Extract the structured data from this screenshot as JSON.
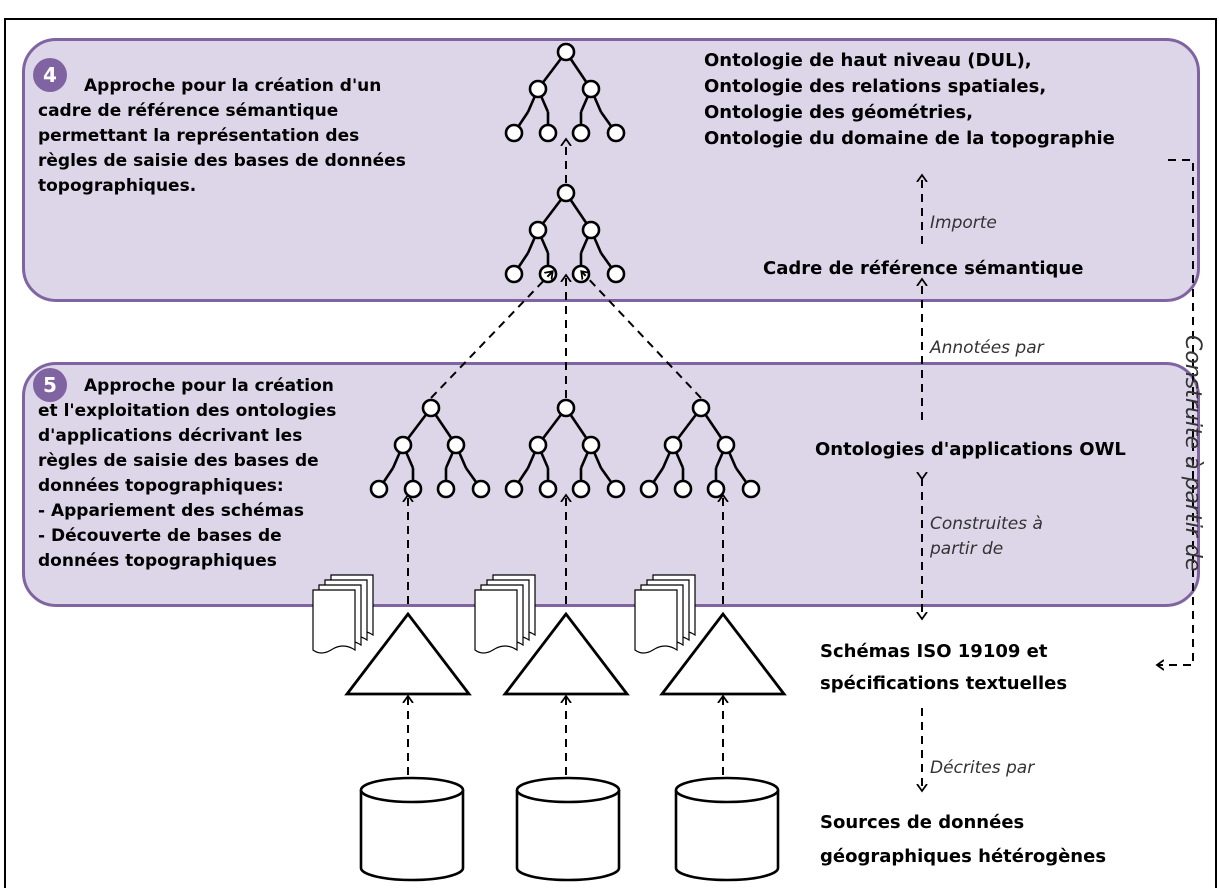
{
  "panels": {
    "panel4": {
      "badge": "4",
      "lines": [
        "Approche pour la création d'un",
        "cadre de référence sémantique",
        "permettant la représentation des",
        "règles de saisie des bases de données",
        "topographiques."
      ]
    },
    "panel5": {
      "badge": "5",
      "lines": [
        "Approche pour la création",
        "et l'exploitation des ontologies",
        "d'applications décrivant les",
        "règles de saisie des bases de",
        "données topographiques:",
        "- Appariement des schémas",
        "- Découverte de bases de",
        "données topographiques"
      ]
    }
  },
  "labels": {
    "ontologies_top": [
      "Ontologie de haut niveau (DUL),",
      "Ontologie des relations spatiales,",
      "Ontologie des géométries,",
      "Ontologie du domaine de la topographie"
    ],
    "importe": "Importe",
    "cadre": "Cadre de référence sémantique",
    "annotees": "Annotées par",
    "ontologies_owl": "Ontologies d'applications  OWL",
    "construites": [
      "Construites à",
      "partir de"
    ],
    "schemas": [
      "Schémas ISO 19109 et",
      "spécifications textuelles"
    ],
    "decrites": "Décrites par",
    "sources": [
      "Sources de données",
      "géographiques hétérogènes"
    ],
    "construite_vertical": "Construite à partir de"
  },
  "colors": {
    "panel_fill": "#ddd5e8",
    "panel_border": "#8064a2",
    "badge": "#8064a2"
  }
}
